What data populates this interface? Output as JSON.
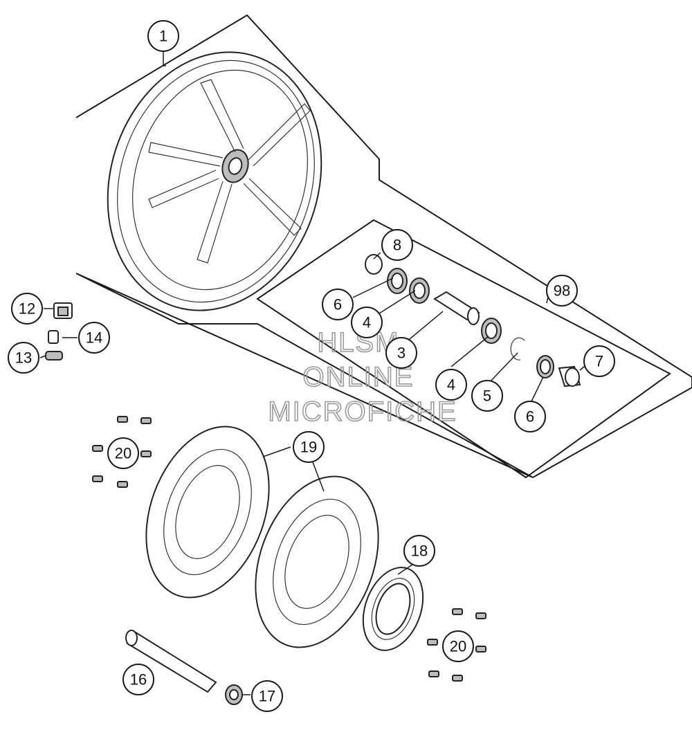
{
  "callouts": [
    {
      "id": "c1",
      "label": "1"
    },
    {
      "id": "c3",
      "label": "3"
    },
    {
      "id": "c4a",
      "label": "4"
    },
    {
      "id": "c4b",
      "label": "4"
    },
    {
      "id": "c5",
      "label": "5"
    },
    {
      "id": "c6a",
      "label": "6"
    },
    {
      "id": "c6b",
      "label": "6"
    },
    {
      "id": "c7",
      "label": "7"
    },
    {
      "id": "c8",
      "label": "8"
    },
    {
      "id": "c12",
      "label": "12"
    },
    {
      "id": "c13",
      "label": "13"
    },
    {
      "id": "c14",
      "label": "14"
    },
    {
      "id": "c16",
      "label": "16"
    },
    {
      "id": "c17",
      "label": "17"
    },
    {
      "id": "c18",
      "label": "18"
    },
    {
      "id": "c19",
      "label": "19"
    },
    {
      "id": "c20a",
      "label": "20"
    },
    {
      "id": "c20b",
      "label": "20"
    },
    {
      "id": "c98",
      "label": "98"
    }
  ],
  "watermark": {
    "line1": "HLSM",
    "line2": "ONLINE",
    "line3": "MICROFICHE",
    "color": "#9a9a9a"
  },
  "colors": {
    "line": "#1a1a1a",
    "background": "#ffffff"
  }
}
